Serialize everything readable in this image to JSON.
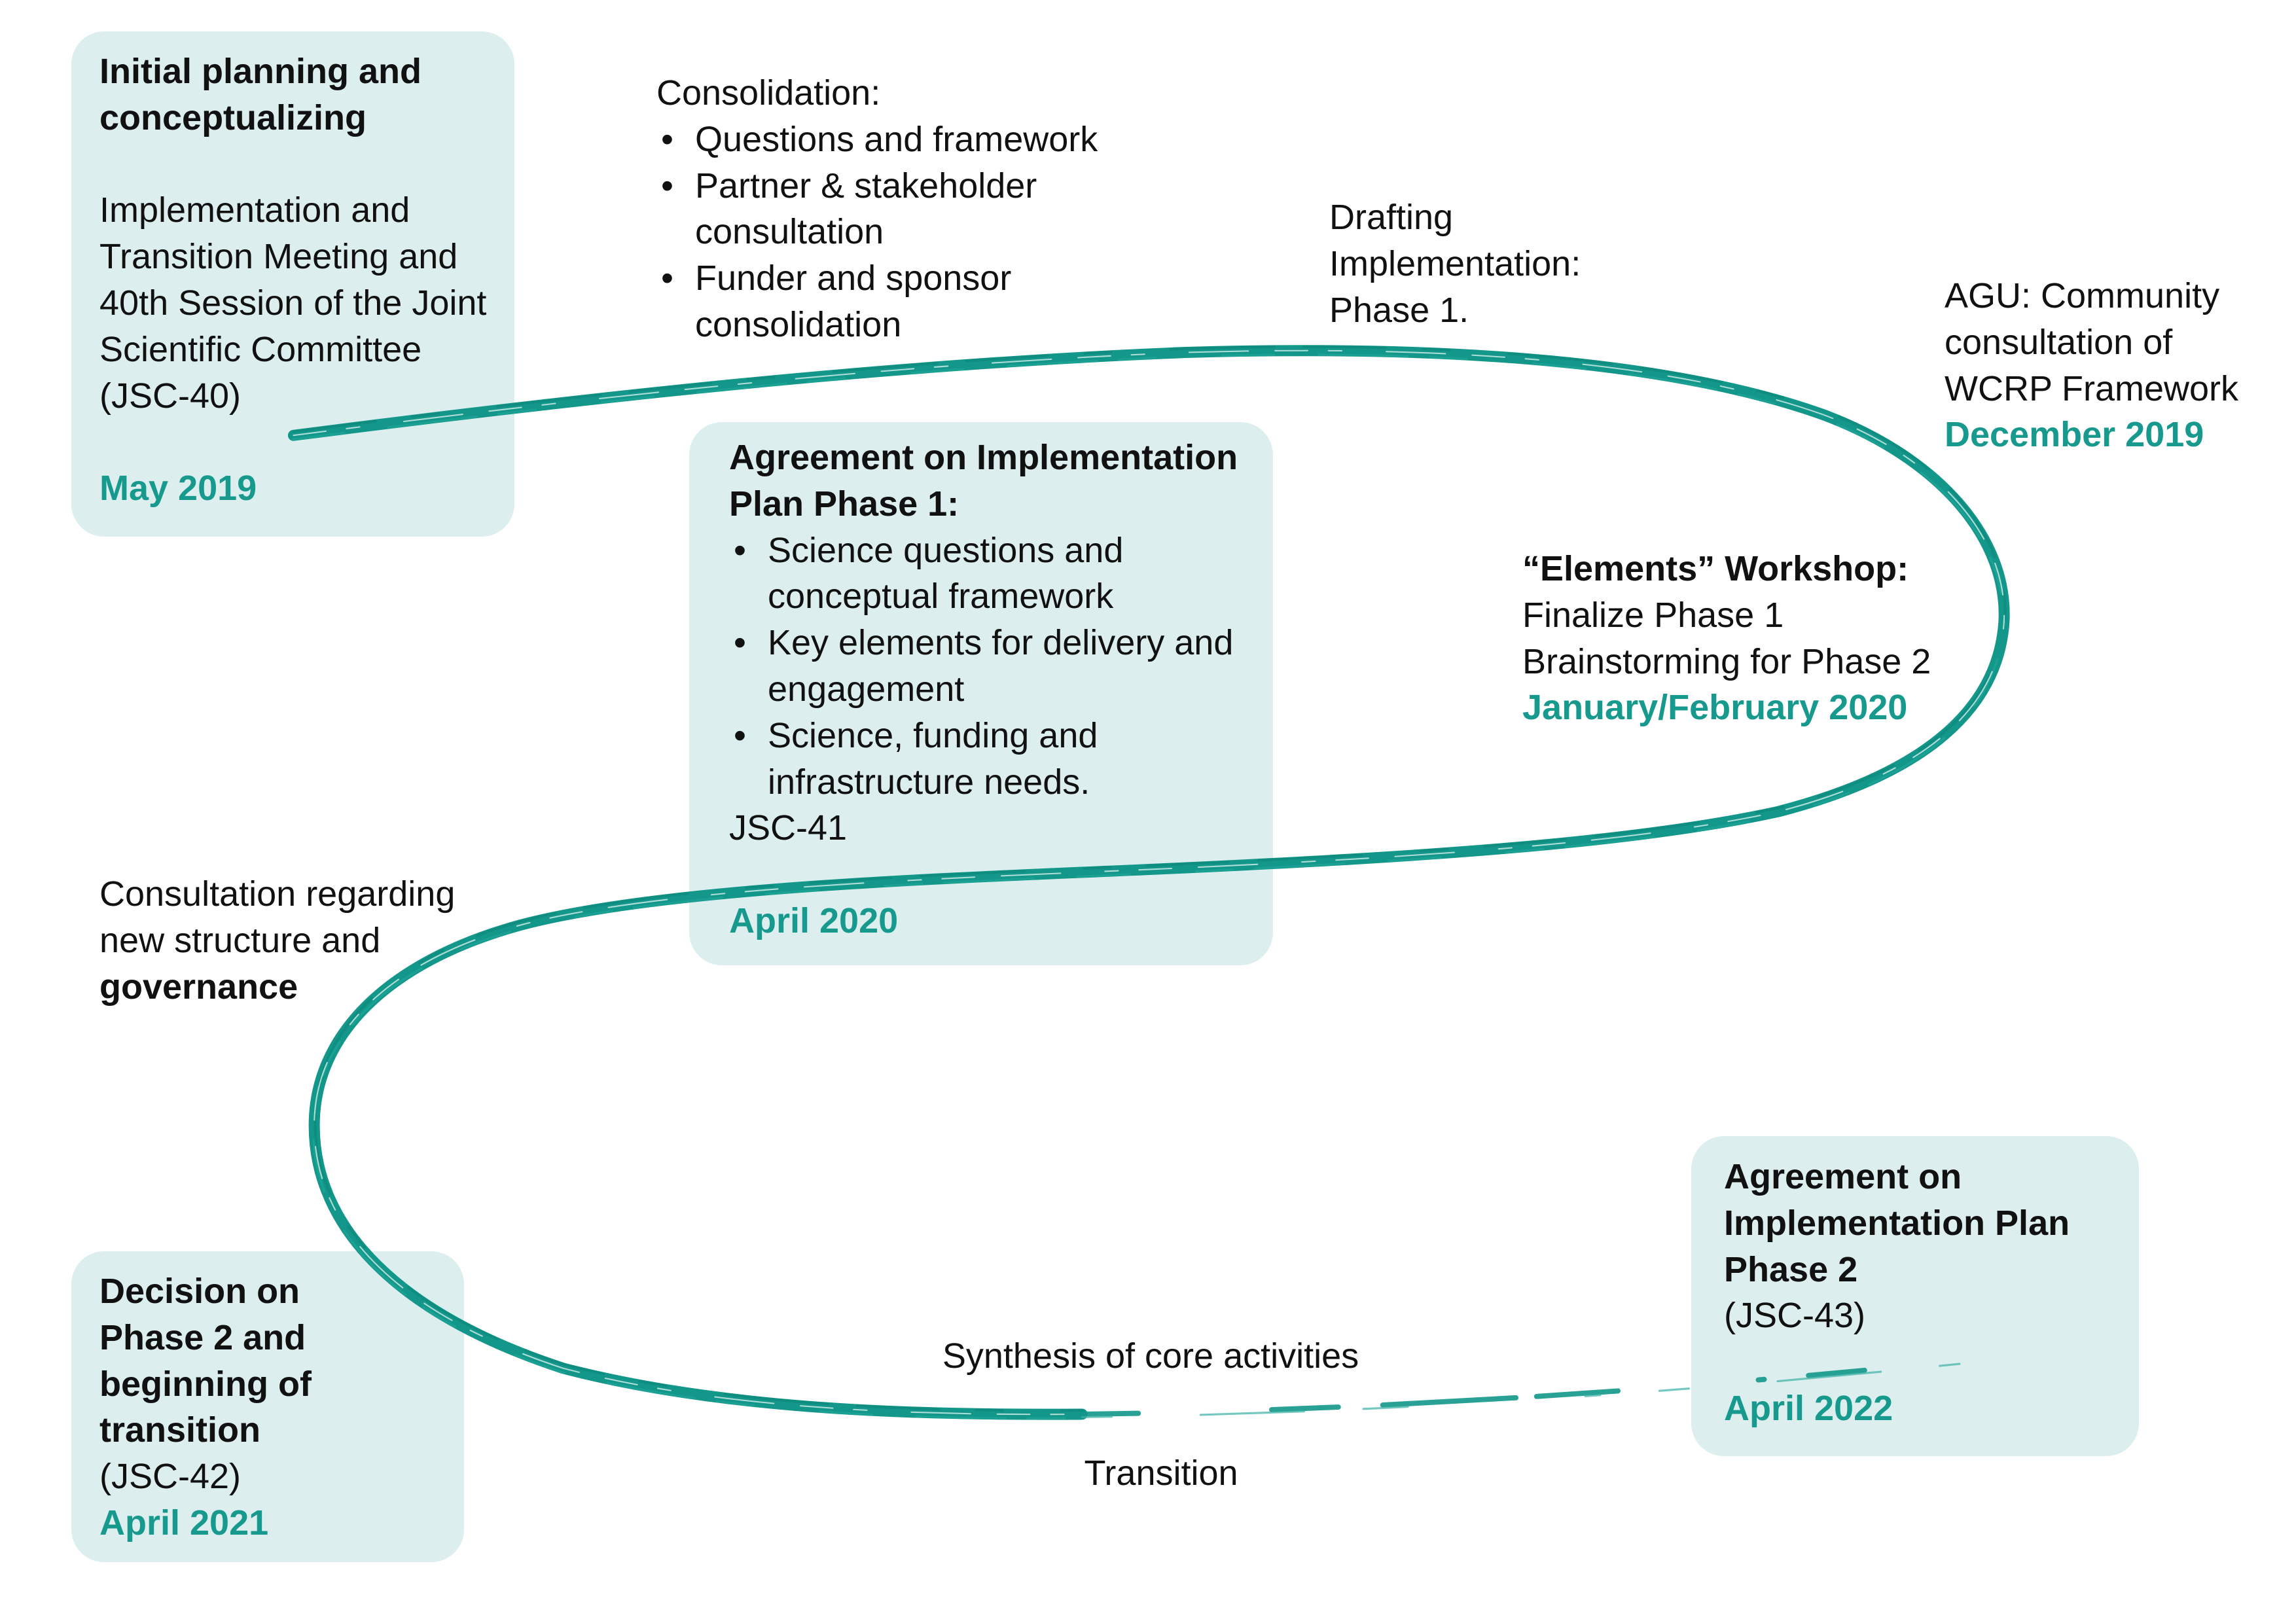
{
  "bullet_marker": "•",
  "colors": {
    "accent": "#17998d",
    "card_fill": "#dcefee",
    "text": "#111111",
    "path_stroke": "#13978a"
  },
  "milestones": [
    {
      "title": [
        "Initial planning and",
        "conceptualizing"
      ],
      "details": [
        "Implementation and",
        "Transition Meeting and",
        "40th Session of the Joint",
        "Scientific Committee",
        "(JSC-40)"
      ],
      "date": "May 2019"
    },
    {
      "title": [
        "Agreement on Implementation",
        "Plan Phase 1:"
      ],
      "bullets": [
        [
          "Science questions and",
          "conceptual framework"
        ],
        [
          "Key elements for delivery and",
          "engagement"
        ],
        [
          "Science, funding and",
          "infrastructure needs."
        ]
      ],
      "details": [
        "JSC-41"
      ],
      "date": "April 2020"
    },
    {
      "title": [
        "Decision on",
        "Phase 2 and",
        "beginning of",
        "transition"
      ],
      "details": [
        "(JSC-42)"
      ],
      "date": "April 2021"
    },
    {
      "title": [
        "Agreement on",
        "Implementation Plan",
        "Phase 2"
      ],
      "details": [
        "(JSC-43)"
      ],
      "date": "April 2022"
    }
  ],
  "annotations": {
    "consolidation": {
      "heading": "Consolidation:",
      "bullets": [
        [
          "Questions and framework"
        ],
        [
          "Partner & stakeholder",
          "consultation"
        ],
        [
          "Funder and sponsor",
          "consolidation"
        ]
      ]
    },
    "drafting": {
      "lines": [
        "Drafting",
        "Implementation:",
        "Phase 1."
      ]
    },
    "agu": {
      "lines": [
        "AGU: Community",
        "consultation of",
        "WCRP Framework"
      ],
      "date": "December 2019"
    },
    "elements_workshop": {
      "title": "“Elements” Workshop:",
      "lines": [
        "Finalize Phase 1",
        "Brainstorming for Phase 2"
      ],
      "date": "January/February 2020"
    },
    "consultation_governance": {
      "lines": [
        "Consultation regarding",
        "new structure and"
      ],
      "emphasis": "governance"
    },
    "synthesis": "Synthesis of core activities",
    "transition": "Transition"
  }
}
